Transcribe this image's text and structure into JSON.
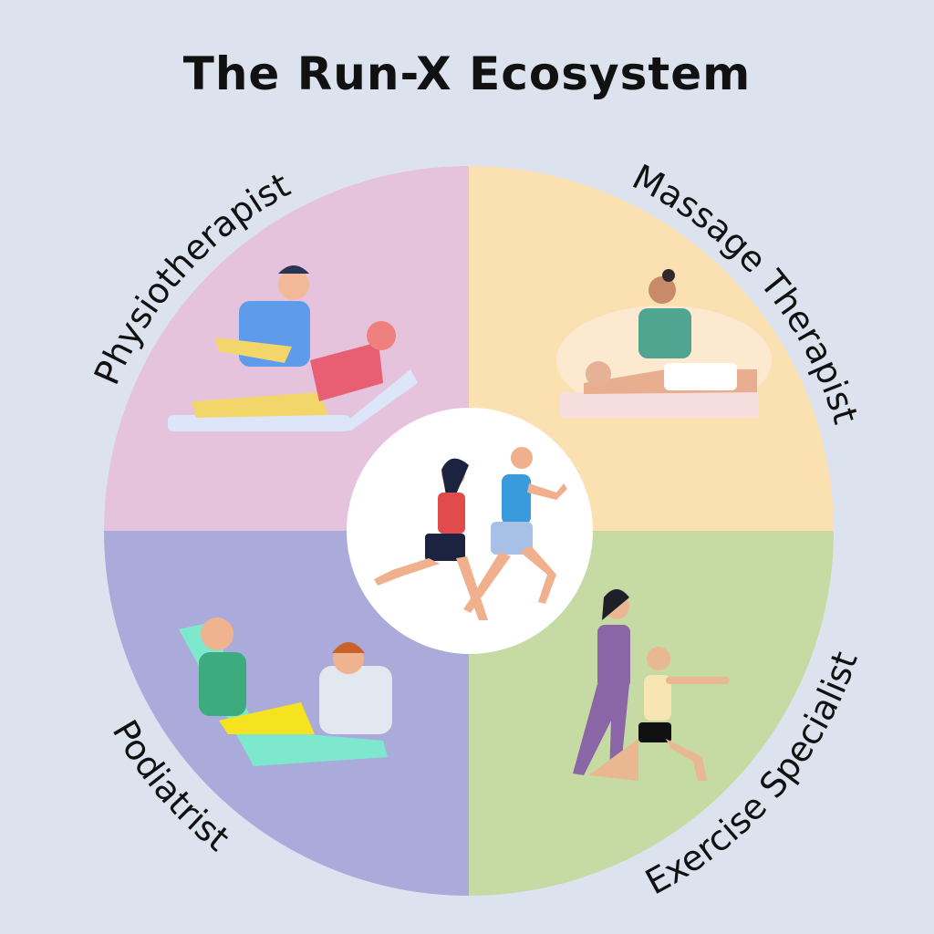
{
  "title": "The Run-X Ecosystem",
  "segments": [
    {
      "label": "Physiotherapist",
      "color": "#e6c3dc"
    },
    {
      "label": "Massage Therapist",
      "color": "#fbe0b2"
    },
    {
      "label": "Exercise Specialist",
      "color": "#c6dba4"
    },
    {
      "label": "Podiatrist",
      "color": "#aaabda"
    }
  ],
  "center": {
    "illustration": "runners",
    "color": "#ffffff"
  },
  "background": "#dde3ee"
}
